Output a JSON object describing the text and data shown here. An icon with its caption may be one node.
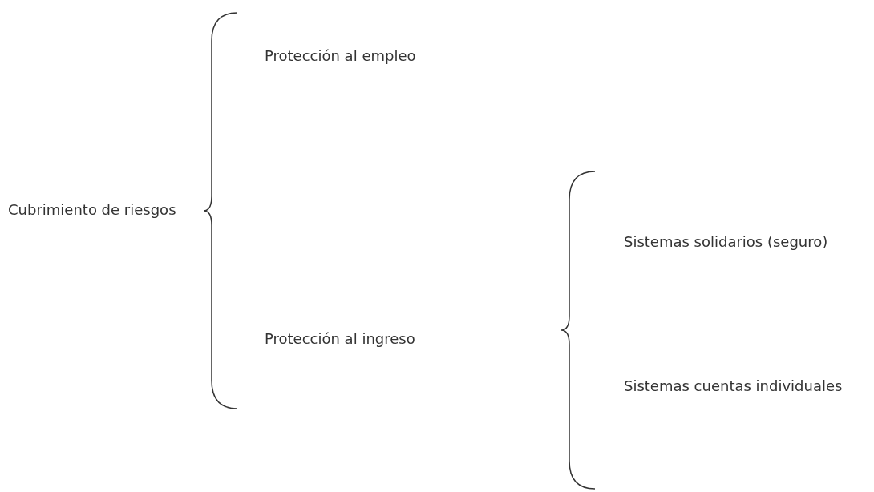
{
  "diagram": {
    "labels": [
      "Cubrimiento de riesgos",
      "Protección al empleo",
      "Protección al ingreso",
      "Sistemas solidarios (seguro)",
      "Sistemas cuentas individuales"
    ]
  }
}
